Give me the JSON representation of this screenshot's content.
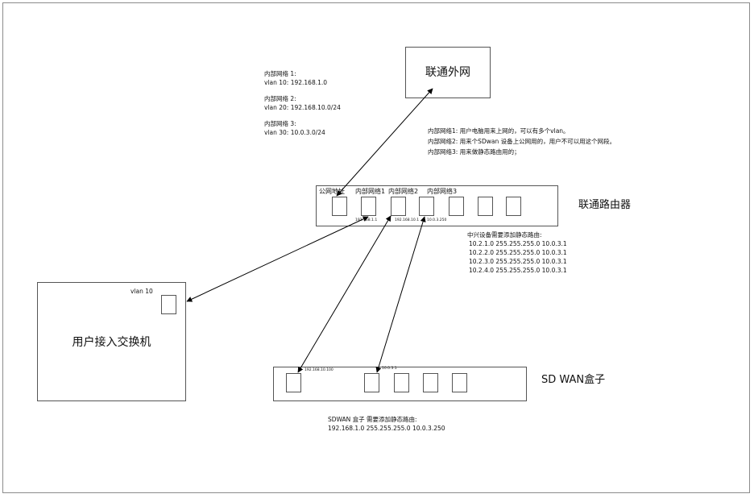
{
  "networks": [
    {
      "title": "内部网络 1:",
      "vlan": "vlan 10: 192.168.1.0"
    },
    {
      "title": "内部网络 2:",
      "vlan": "vlan 20: 192.168.10.0/24"
    },
    {
      "title": "内部网络 3:",
      "vlan": "vlan 30:  10.0.3.0/24"
    }
  ],
  "external": {
    "label": "联通外网"
  },
  "descriptions": [
    "内部网络1:   用户电脑用来上网的，可以有多个vlan。",
    "内部网络2:   用来个SDwan 设备上公网用的，用户不可以用这个网段。",
    "内部网络3:   用来做静态路由用的；"
  ],
  "router": {
    "label": "联通路由器",
    "port_labels": [
      "公网地址",
      "内部网络1",
      "内部网络2",
      "内部网络3"
    ],
    "port_ips": [
      "192.168.1.1",
      "192.168.10.1",
      "10.0.3.250"
    ]
  },
  "zte_routes": {
    "title": "中兴设备需要添加静态路由:",
    "rows": [
      "10.2.1.0    255.255.255.0    10.0.3.1",
      "10.2.2.0    255.255.255.0    10.0.3.1",
      "10.2.3.0    255.255.255.0    10.0.3.1",
      "10.2.4.0    255.255.255.0    10.0.3.1"
    ]
  },
  "switch": {
    "label": "用户接入交换机",
    "vlan": "vlan 10"
  },
  "sdwan": {
    "label": "SD WAN盒子",
    "port_ips": [
      "192.168.10.100",
      "10.0.3.1"
    ]
  },
  "sdwan_routes": {
    "title": "SDWAN 盒子  需要添加静态路由:",
    "row": "192.168.1.0    255.255.255.0    10.0.3.250"
  }
}
